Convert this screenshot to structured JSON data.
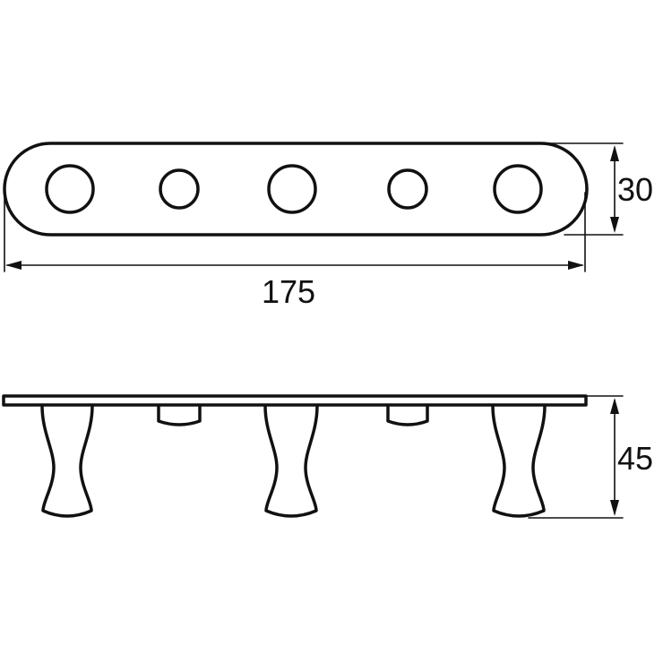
{
  "dimensions": {
    "length": "175",
    "width": "30",
    "height": "45"
  },
  "colors": {
    "line": "#111111",
    "background": "#ffffff"
  },
  "top_view": {
    "hook_positions": [
      "large",
      "small",
      "large",
      "small",
      "large"
    ]
  },
  "side_view": {
    "hooks": [
      "hook",
      "knob",
      "hook",
      "knob",
      "hook"
    ]
  }
}
